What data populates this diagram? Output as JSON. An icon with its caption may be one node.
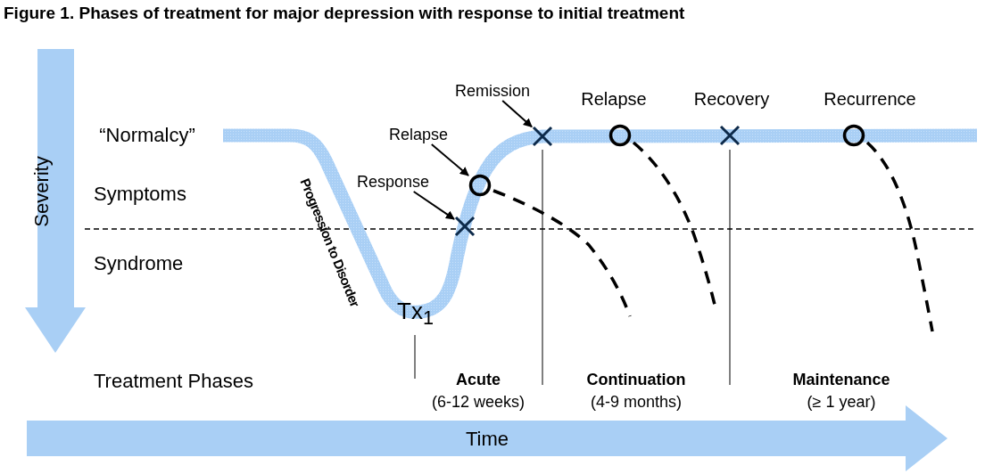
{
  "diagram": {
    "title": "Figure 1. Phases of treatment for major depression with response to initial treatment",
    "nodes": [
      {
        "text": [
          "Remission"
        ]
      },
      {
        "text": [],
        "shape": "cross"
      },
      {
        "text": [
          "Relapse"
        ]
      },
      {
        "text": [],
        "shape": "circle"
      },
      {
        "text": [
          "Response"
        ]
      },
      {
        "text": [],
        "shape": "cross"
      },
      {
        "text": [],
        "shape": "circle",
        "beside": [
          "Relapse"
        ]
      },
      {
        "text": [],
        "shape": "cross",
        "beside": [
          "Recovery"
        ]
      },
      {
        "text": [],
        "shape": "circle",
        "beside": [
          "Recurrence"
        ]
      }
    ],
    "edges": [
      {
        "from": 0,
        "to": 1,
        "arrow": "to"
      },
      {
        "from": 2,
        "to": 3,
        "arrow": "to"
      },
      {
        "from": 4,
        "to": 5,
        "arrow": "to"
      }
    ],
    "labels": [
      "“Normalcy”",
      "Symptoms",
      "Severity",
      "Progression to Disorder",
      "Syndrome",
      "Tx$_{1}$",
      "Treatment Phases",
      "Acute",
      "(6-12 weeks)",
      "Continuation",
      "(4-9 months)",
      "Maintenance",
      "(≥ 1 year)",
      "Time"
    ]
  }
}
